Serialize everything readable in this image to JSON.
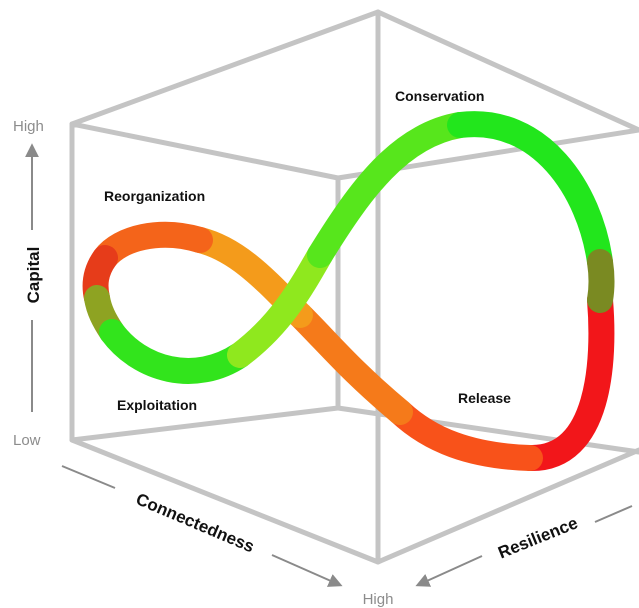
{
  "phases": {
    "conservation": "Conservation",
    "reorganization": "Reorganization",
    "exploitation": "Exploitation",
    "release": "Release"
  },
  "axes": {
    "capital": {
      "label": "Capital",
      "high": "High",
      "low": "Low"
    },
    "connectedness": {
      "label": "Connectedness",
      "high": "High"
    },
    "resilience": {
      "label": "Resilience"
    }
  },
  "colors": {
    "cube_edge": "#c4c4c4",
    "axis_arrow": "#8a8a8a",
    "loop_green": "#22e61c",
    "loop_yellow_green": "#8fe81e",
    "loop_orange": "#f58a1a",
    "loop_red": "#f2161a",
    "phase_text": "#111111",
    "axis_text": "#8c8c8c"
  }
}
